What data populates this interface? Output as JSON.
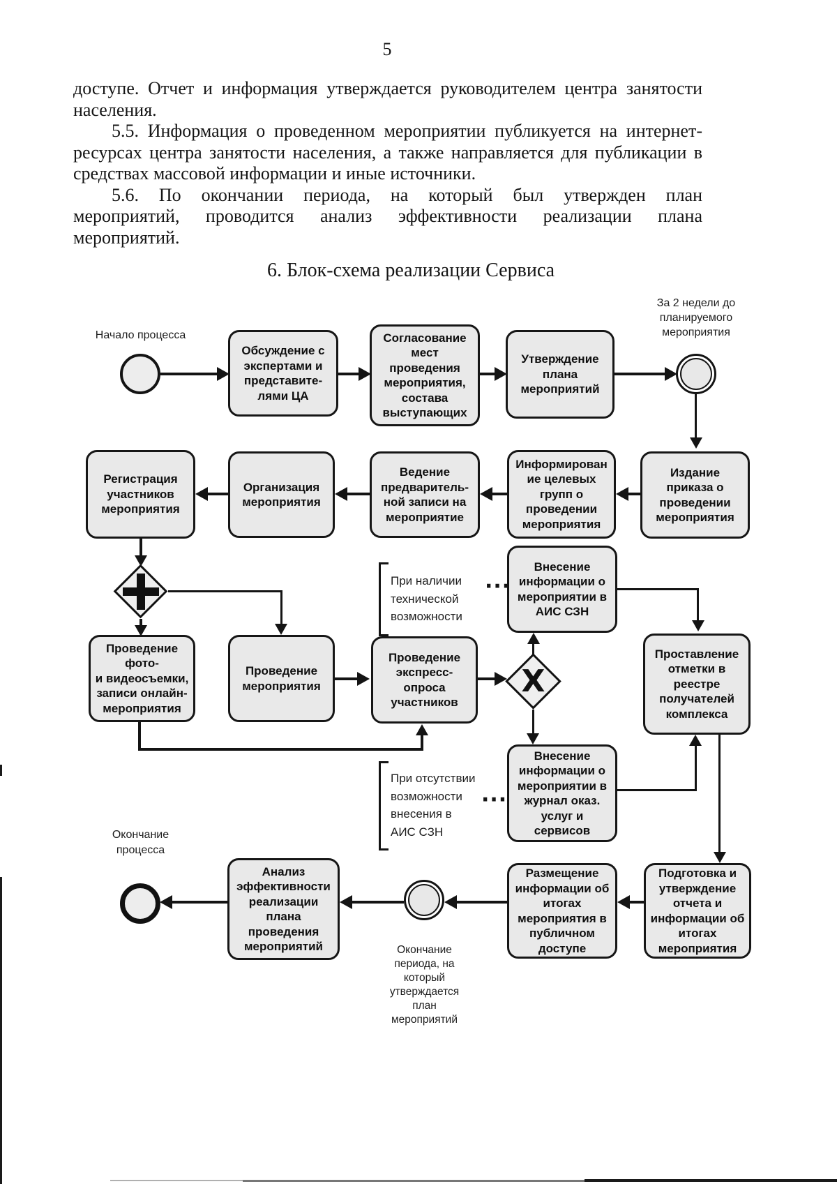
{
  "document": {
    "page_number": "5",
    "paragraphs": [
      "доступе. Отчет и информация утверждается руководителем центра занятости населения.",
      "5.5. Информация о проведенном мероприятии публикуется на интернет-ресурсах центра занятости населения, а также направляется для публикации в средствах массовой информации и иные источники.",
      "5.6. По окончании периода, на который был утвержден план мероприятий, проводится анализ эффективности реализации плана мероприятий."
    ],
    "section_heading": "6. Блок-схема реализации Сервиса"
  },
  "flowchart": {
    "colors": {
      "line": "#141414",
      "box_fill": "#e9e9e9"
    },
    "events": {
      "start_label": "Начало процесса",
      "timer_label": "За 2 недели до\nпланируемого\nмероприятия",
      "end_label": "Окончание\nпроцесса",
      "period_end_label": "Окончание\nпериода, на\nкоторый\nутверждается\nплан\nмероприятий"
    },
    "gateways": {
      "parallel_symbol": "+",
      "exclusive_symbol": "Х"
    },
    "annotations": {
      "tech_available": "При наличии\nтехнической\nвозможности",
      "tech_unavailable": "При отсутствии\nвозможности\nвнесения в\nАИС СЗН",
      "dots_top": "···",
      "dots_bottom": "···"
    },
    "nodes": {
      "a1": "Обсуждение с\nэкспертами и\nпредставите-\nлями ЦА",
      "a2": "Согласование\nмест\nпроведения\nмероприятия,\nсостава\nвыступающих",
      "a3": "Утверждение\nплана\nмероприятий",
      "b5": "Издание\nприказа о\nпроведении\nмероприятия",
      "b4": "Информирован\nие целевых\nгрупп о\nпроведении\nмероприятия",
      "b3": "Ведение\nпредваритель-\nной записи на\nмероприятие",
      "b2": "Организация\nмероприятия",
      "b1": "Регистрация\nучастников\nмероприятия",
      "c1": "Проведение\nфото-\nи видеосъемки,\nзаписи онлайн-\nмероприятия",
      "c2": "Проведение\nмероприятия",
      "c3": "Проведение\nэкспресс-\nопроса\nучастников",
      "d1": "Внесение\nинформации о\nмероприятии в\nАИС СЗН",
      "d2": "Внесение\nинформации о\nмероприятии в\nжурнал оказ.\nуслуг и\nсервисов",
      "e1": "Проставление\nотметки в\nреестре\nполучателей\nкомплекса",
      "f1": "Размещение\nинформации об\nитогах\nмероприятия в\nпубличном\nдоступе",
      "f2": "Подготовка и\nутверждение\nотчета и\nинформации об\nитогах\nмероприятия",
      "g": "Анализ\nэффективности\nреализации\nплана\nпроведения\nмероприятий"
    }
  }
}
